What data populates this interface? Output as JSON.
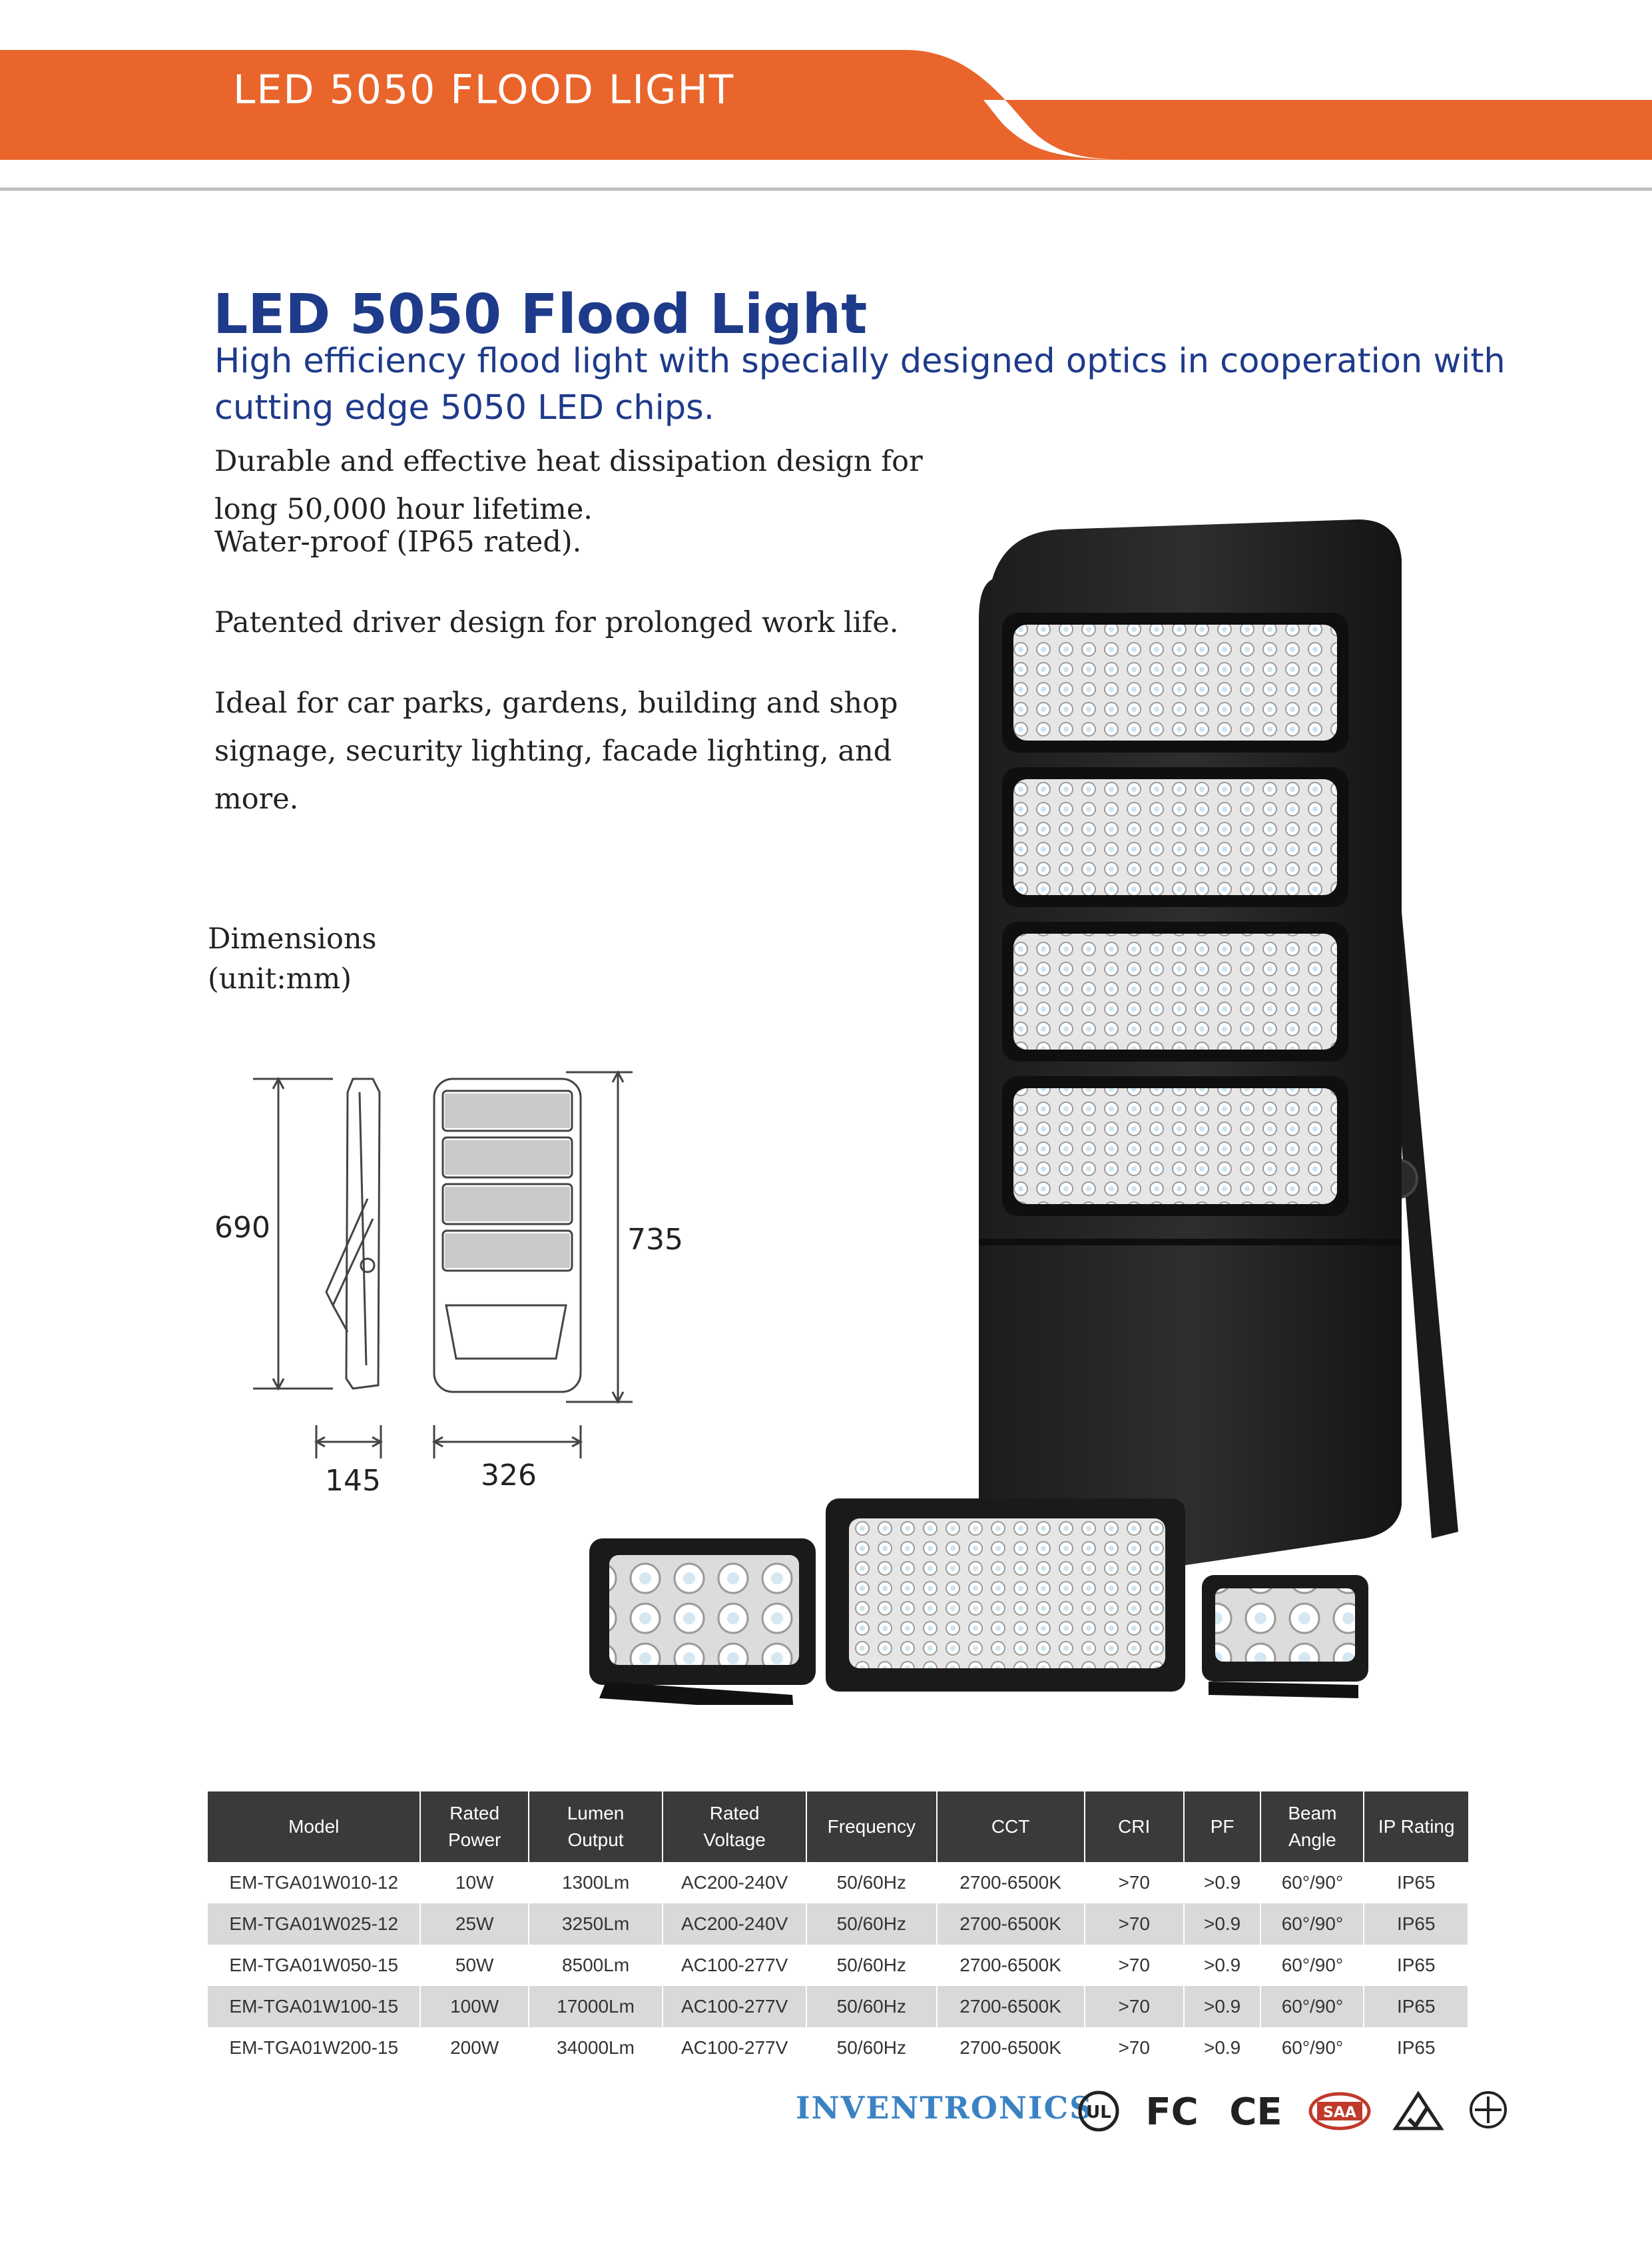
{
  "header": {
    "title": "LED 5050 FLOOD LIGHT"
  },
  "product": {
    "title": "LED 5050 Flood Light",
    "subtitle": "High efficiency flood light with specially designed optics in cooperation with cutting edge 5050 LED chips.",
    "features": [
      "Durable and effective heat dissipation design for long 50,000 hour lifetime.",
      "Water-proof (IP65 rated).",
      "Patented driver design for prolonged work life.",
      "Ideal for car parks, gardens, building and shop signage, security lighting, facade lighting, and more."
    ]
  },
  "dimensions": {
    "title": "Dimensions",
    "unit": "(unit:mm)",
    "height_side": "690",
    "height_front": "735",
    "depth": "145",
    "width": "326"
  },
  "table": {
    "headers": [
      "Model",
      "Rated\nPower",
      "Lumen\nOutput",
      "Rated\nVoltage",
      "Frequency",
      "CCT",
      "CRI",
      "PF",
      "Beam\nAngle",
      "IP Rating"
    ],
    "rows": [
      [
        "EM-TGA01W010-12",
        "10W",
        "1300Lm",
        "AC200-240V",
        "50/60Hz",
        "2700-6500K",
        ">70",
        ">0.9",
        "60°/90°",
        "IP65"
      ],
      [
        "EM-TGA01W025-12",
        "25W",
        "3250Lm",
        "AC200-240V",
        "50/60Hz",
        "2700-6500K",
        ">70",
        ">0.9",
        "60°/90°",
        "IP65"
      ],
      [
        "EM-TGA01W050-15",
        "50W",
        "8500Lm",
        "AC100-277V",
        "50/60Hz",
        "2700-6500K",
        ">70",
        ">0.9",
        "60°/90°",
        "IP65"
      ],
      [
        "EM-TGA01W100-15",
        "100W",
        "17000Lm",
        "AC100-277V",
        "50/60Hz",
        "2700-6500K",
        ">70",
        ">0.9",
        "60°/90°",
        "IP65"
      ],
      [
        "EM-TGA01W200-15",
        "200W",
        "34000Lm",
        "AC100-277V",
        "50/60Hz",
        "2700-6500K",
        ">70",
        ">0.9",
        "60°/90°",
        "IP65"
      ]
    ]
  },
  "footer": {
    "brand": "INVENTRONICS",
    "certifications": [
      "UL",
      "FC",
      "CE",
      "SAA",
      "RCM",
      "TIS"
    ]
  },
  "colors": {
    "banner": "#e9652b",
    "heading": "#1e3a8a",
    "table_header": "#3a3a3a",
    "table_alt_row": "#d9d9d9",
    "brand": "#3b82c4"
  }
}
